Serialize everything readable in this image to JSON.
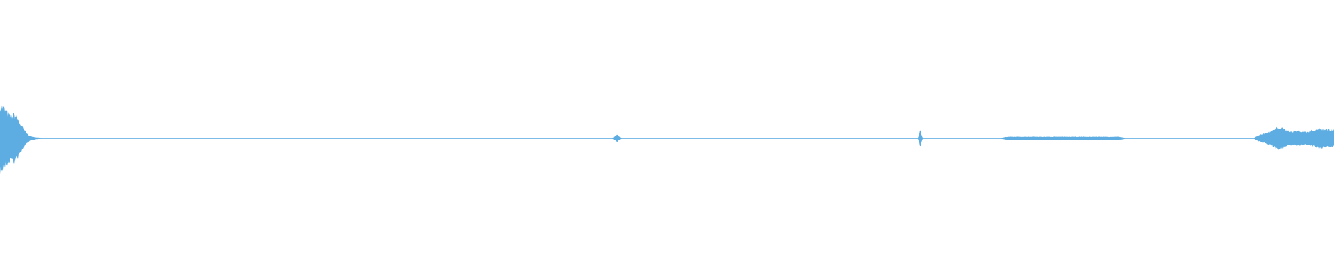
{
  "chart_data": {
    "type": "area",
    "title": "",
    "xlabel": "",
    "ylabel": "",
    "xlim": [
      0,
      1
    ],
    "ylim": [
      -1,
      1
    ],
    "grid": false,
    "color": "#5dade2",
    "series": [
      {
        "x": [
          0,
          0.0026,
          0.0052,
          0.0078,
          0.0104,
          0.013,
          0.0156,
          0.0182,
          0.0208,
          0.0234,
          0.026,
          0.031,
          0.036,
          0.1,
          0.459,
          0.4625,
          0.466,
          0.688,
          0.6898,
          0.6915,
          0.75,
          0.7552,
          0.8385,
          0.844,
          0.94,
          0.9427,
          0.9531,
          0.9583,
          0.9635,
          0.9688,
          0.974,
          0.9792,
          0.9844,
          0.9896,
          0.9948,
          1
        ],
        "amplitude": [
          0.24,
          0.225,
          0.19,
          0.16,
          0.175,
          0.15,
          0.1,
          0.06,
          0.03,
          0.015,
          0.008,
          0.004,
          0.003,
          0.003,
          0.003,
          0.025,
          0.003,
          0.003,
          0.06,
          0.003,
          0.003,
          0.012,
          0.012,
          0.003,
          0.003,
          0.02,
          0.05,
          0.085,
          0.06,
          0.05,
          0.055,
          0.045,
          0.06,
          0.07,
          0.065,
          0.06
        ]
      }
    ]
  }
}
